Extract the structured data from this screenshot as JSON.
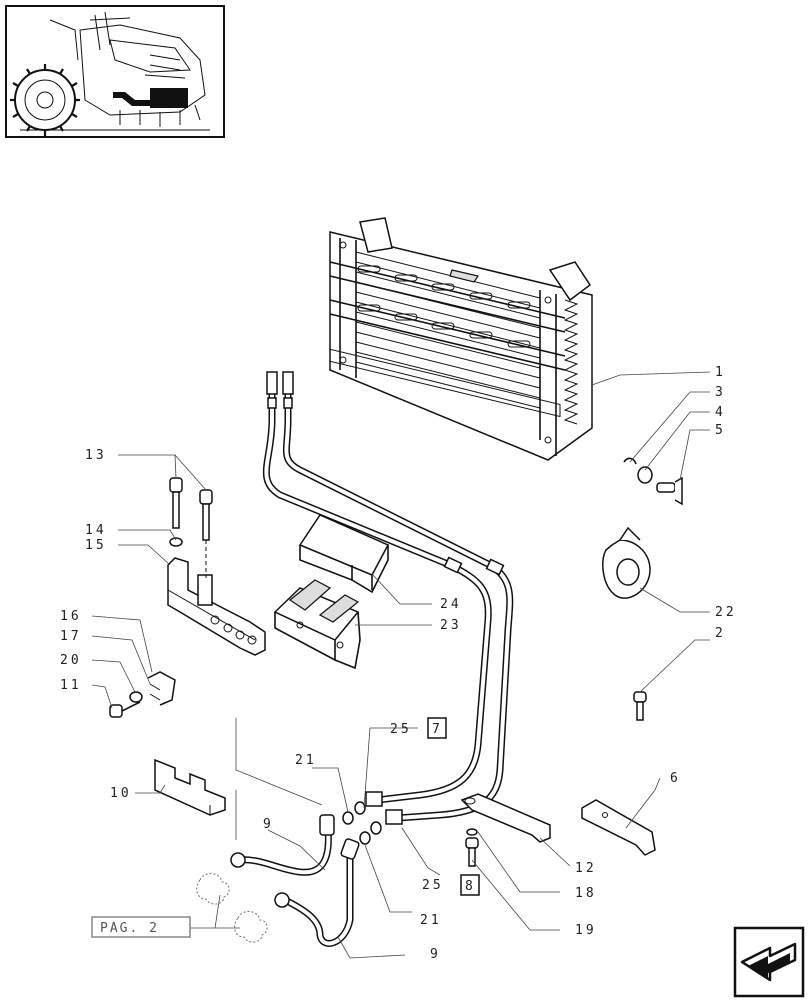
{
  "labels": {
    "l1": "1",
    "l2": "2",
    "l3": "3",
    "l4": "4",
    "l5": "5",
    "l6": "6",
    "l7": "7",
    "l8": "8",
    "l9a": "9",
    "l9b": "9",
    "l10": "10",
    "l11": "11",
    "l12": "12",
    "l13": "13",
    "l14": "14",
    "l15": "15",
    "l16": "16",
    "l17": "17",
    "l18": "18",
    "l19": "19",
    "l20": "20",
    "l21a": "21",
    "l21b": "21",
    "l22": "22",
    "l23": "23",
    "l24": "24",
    "l25a": "25",
    "l25b": "25"
  },
  "page_ref": "PAG. 2",
  "icons": {
    "thumbnail": "tractor-thumbnail-icon",
    "nav": "back-arrow-icon"
  },
  "colors": {
    "ink": "#111111",
    "paper": "#ffffff"
  }
}
